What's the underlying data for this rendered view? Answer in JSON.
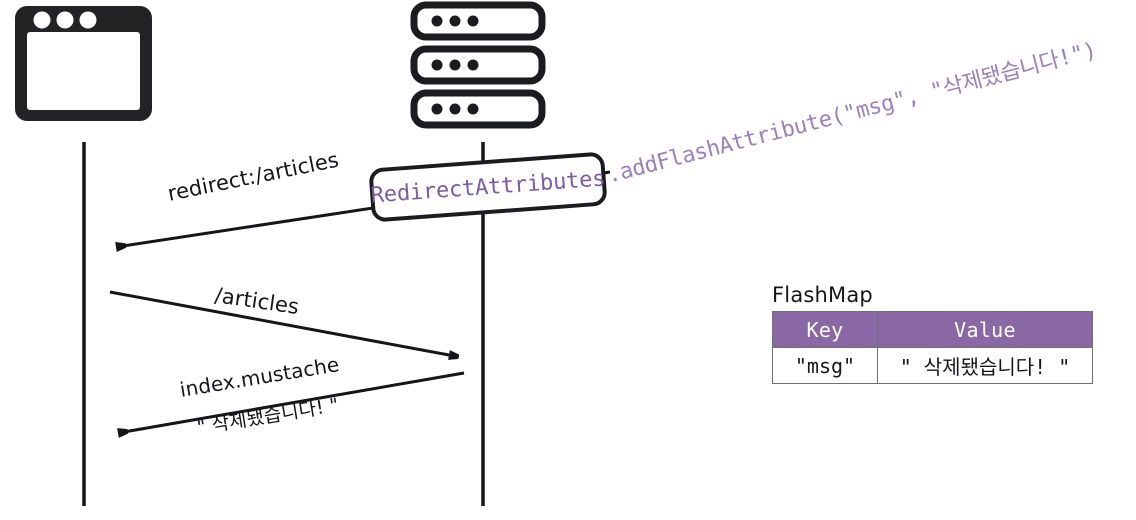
{
  "diagram": {
    "title": "Spring RedirectAttributes FlashMap sequence diagram",
    "colors": {
      "ink": "#15161a",
      "purple_text": "#7d5ba6",
      "purple_code": "#9b7fbe",
      "table_header": "#8a68a5",
      "table_border": "#6f6f76",
      "background": "#ffffff"
    }
  },
  "actors": [
    {
      "id": "browser",
      "icon": "browser-window-icon",
      "dots": 3
    },
    {
      "id": "server",
      "icon": "server-stack-icon",
      "units": 3,
      "dots_per_unit": 3
    }
  ],
  "messages": [
    {
      "id": "redirect",
      "label": "redirect:/articles",
      "direction": "server-to-browser"
    },
    {
      "id": "articles",
      "label": "/articles",
      "direction": "browser-to-server"
    },
    {
      "id": "render",
      "label": "index.mustache",
      "sublabel": "\" 삭제됐습니다! \"",
      "direction": "server-to-browser"
    }
  ],
  "attribute_box": {
    "label": "RedirectAttributes",
    "code_call": ".addFlashAttribute(\"msg\", \"삭제됐습니다!\")"
  },
  "flashmap": {
    "title": "FlashMap",
    "columns": [
      "Key",
      "Value"
    ],
    "rows": [
      {
        "key": "\"msg\"",
        "value": "\" 삭제됐습니다! \""
      }
    ]
  }
}
